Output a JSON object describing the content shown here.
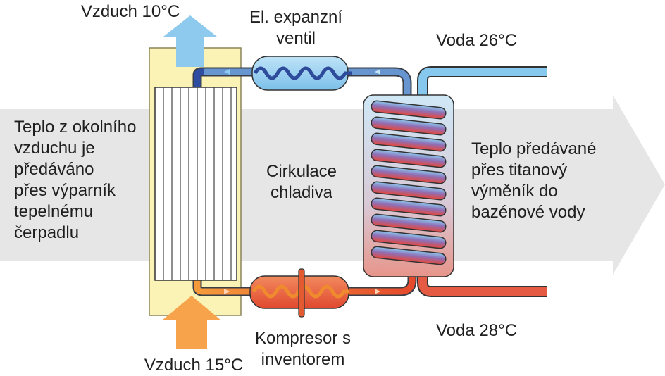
{
  "labels": {
    "air_out": "Vzduch 10°C",
    "air_in": "Vzduch 15°C",
    "expansion_valve": "El. expanzní\nventil",
    "compressor": "Kompresor s\ninventorem",
    "water_out": "Voda 26°C",
    "water_in": "Voda 28°C",
    "left_text": "Teplo z okolního\nvzduchu je\npředáváno\npřes výparník\ntepelnému\nčerpadlu",
    "center_text": "Cirkulace\nchladiva",
    "right_text": "Teplo předávané\npřes titanový\nvýměník do\nbazénové vody"
  },
  "colors": {
    "background_arrow": "#e6e6e6",
    "evaporator_frame": "#fbf2b5",
    "cold_air_arrow": "#8ec9ee",
    "warm_air_arrow": "#f6a34b",
    "cold_line": "#2e3f8f",
    "warm_line": "#e8542a",
    "water_cold": "#86c8ee",
    "water_warm": "#e45a42"
  }
}
